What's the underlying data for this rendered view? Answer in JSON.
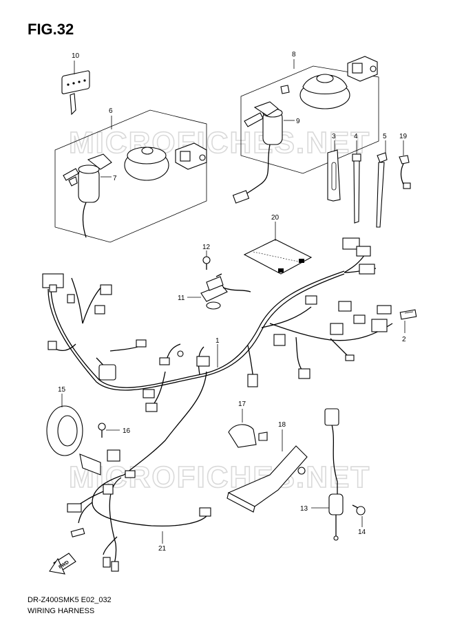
{
  "figure": {
    "title": "FIG.32"
  },
  "caption": {
    "model_code": "DR-Z400SMK5 E02_032",
    "name": "WIRING HARNESS"
  },
  "watermark": "MICROFICHES.NET",
  "fwd_label": "FWD",
  "callouts": {
    "p1": "1",
    "p2": "2",
    "p3": "3",
    "p4": "4",
    "p5": "5",
    "p6": "6",
    "p7": "7",
    "p8": "8",
    "p9": "9",
    "p10": "10",
    "p11": "11",
    "p12": "12",
    "p13": "13",
    "p14": "14",
    "p15": "15",
    "p16": "16",
    "p17": "17",
    "p18": "18",
    "p19": "19",
    "p20": "20",
    "p21": "21"
  }
}
